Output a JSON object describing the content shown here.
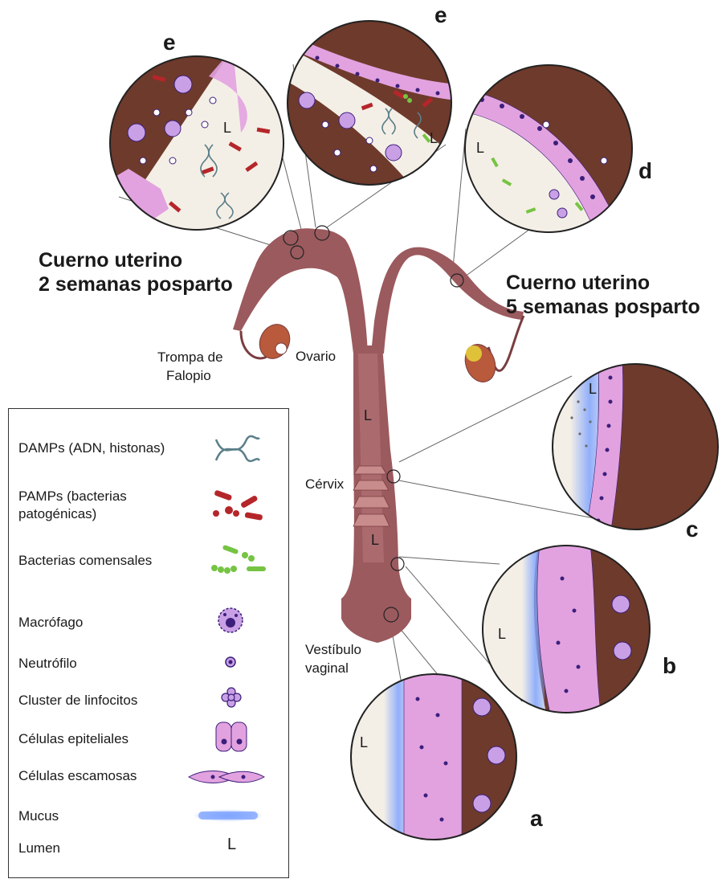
{
  "labels": {
    "horn_left_line1": "Cuerno uterino",
    "horn_left_line2": "2 semanas posparto",
    "horn_right_line1": "Cuerno uterino",
    "horn_right_line2": "5 semanas posparto",
    "fallopian_line1": "Trompa de",
    "fallopian_line2": "Falopio",
    "ovary": "Ovario",
    "cervix": "Cérvix",
    "vestibule_line1": "Vestíbulo",
    "vestibule_line2": "vaginal",
    "lumen": "L"
  },
  "insets": {
    "e_left": "e",
    "e_top": "e",
    "d": "d",
    "c": "c",
    "b": "b",
    "a": "a"
  },
  "legend": {
    "damps": "DAMPs (ADN, histonas)",
    "pamps_line1": "PAMPs (bacterias",
    "pamps_line2": "patogénicas)",
    "commensal": "Bacterias comensales",
    "macrophage": "Macrófago",
    "neutrophil": "Neutrófilo",
    "lymphocyte": "Cluster de linfocitos",
    "epithelial": "Células epiteliales",
    "squamous": "Células escamosas",
    "mucus": "Mucus",
    "lumen": "Lumen",
    "lumen_symbol": "L"
  },
  "colors": {
    "uterus": "#9b5a5e",
    "uterus_light": "#c98c8c",
    "tissue_dark": "#6e3a2c",
    "epithelium": "#e2a2e0",
    "nucleus": "#3c1f7a",
    "mucus": "#7fa4ff",
    "lumen_fill": "#f4efe6",
    "pamp": "#b5262a",
    "commensal": "#76c443",
    "damp": "#5b7f8a"
  },
  "icons": [
    "dna-icon",
    "pathogenic-bacteria-icon",
    "commensal-bacteria-icon",
    "macrophage-icon",
    "neutrophil-icon",
    "lymphocyte-cluster-icon",
    "epithelial-cells-icon",
    "squamous-cells-icon",
    "mucus-icon"
  ]
}
